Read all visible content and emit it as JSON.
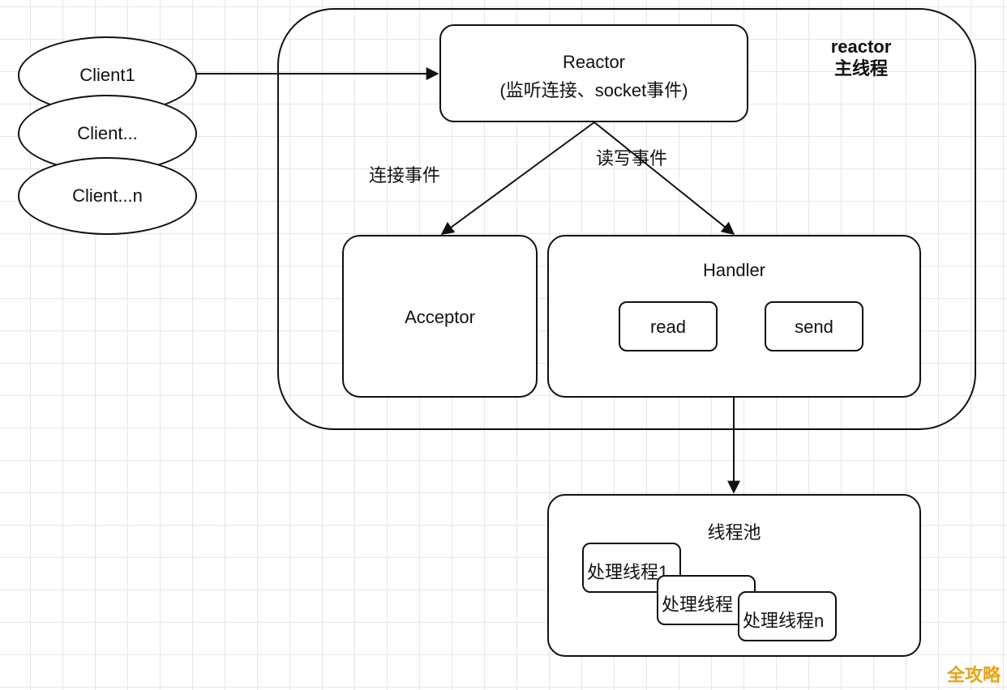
{
  "clients": [
    "Client1",
    "Client...",
    "Client...n"
  ],
  "reactor_group_label": [
    "reactor",
    "主线程"
  ],
  "reactor_box": {
    "title": "Reactor",
    "subtitle": "(监听连接、socket事件)"
  },
  "edges": {
    "connect_event": "连接事件",
    "rw_event": "读写事件"
  },
  "acceptor": "Acceptor",
  "handler": {
    "title": "Handler",
    "read": "read",
    "send": "send"
  },
  "thread_pool": {
    "title": "线程池",
    "workers": [
      "处理线程1",
      "处理线程",
      "处理线程n"
    ]
  },
  "watermark": "全攻略"
}
